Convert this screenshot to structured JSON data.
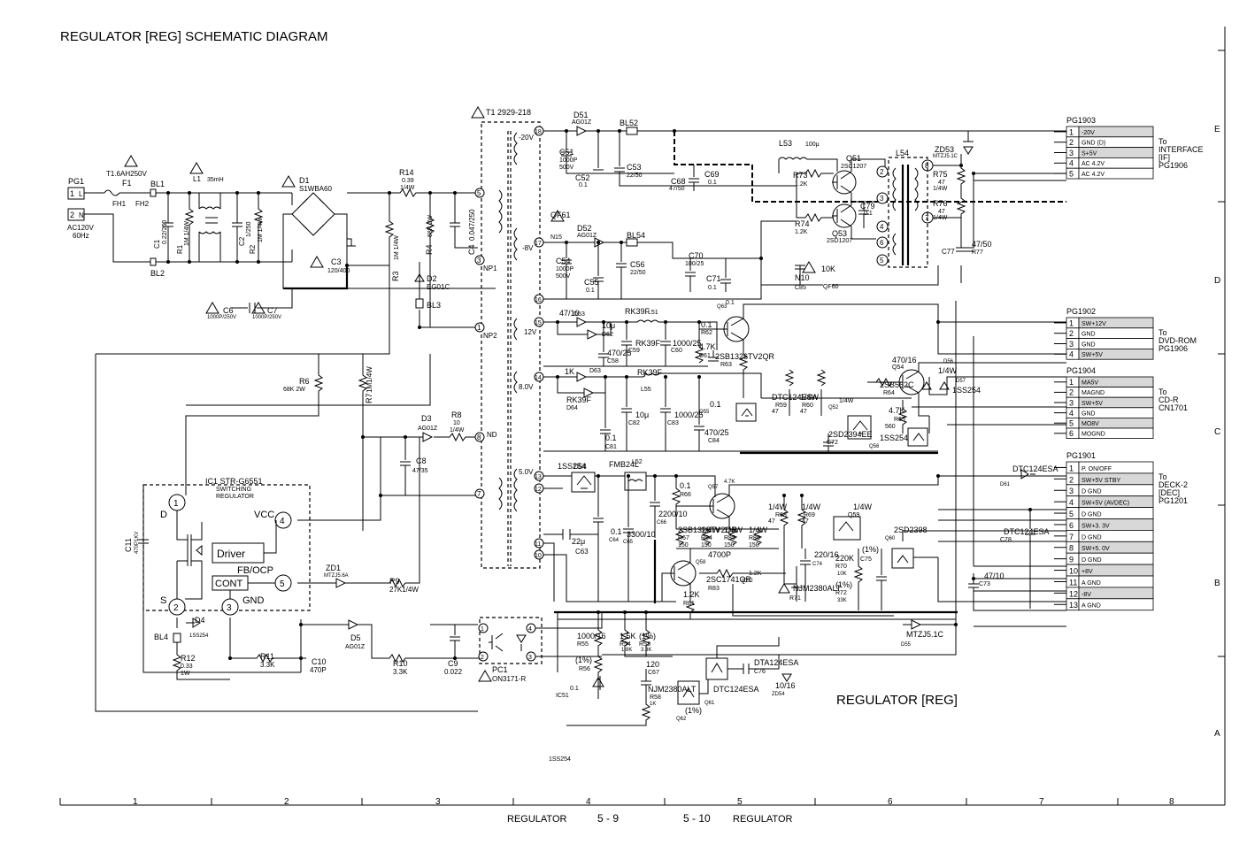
{
  "title": "REGULATOR [REG] SCHEMATIC DIAGRAM",
  "section_label": "REGULATOR [REG]",
  "footer": {
    "left_label": "REGULATOR",
    "left_page": "5 - 9",
    "right_page": "5 - 10",
    "right_label": "REGULATOR"
  },
  "grid": {
    "columns": [
      "1",
      "2",
      "3",
      "4",
      "5",
      "6",
      "7",
      "8"
    ],
    "rows": [
      "E",
      "D",
      "C",
      "B",
      "A"
    ]
  },
  "input": {
    "connector": "PG1",
    "pins": [
      "1",
      "2"
    ],
    "pin_names": [
      "L",
      "N"
    ],
    "supply_line1": "AC120V",
    "supply_line2": "60Hz"
  },
  "connectors": [
    {
      "name": "PG1903",
      "to": [
        "To",
        "INTERFACE",
        "[IF]",
        "PG1906"
      ],
      "pins": [
        {
          "num": "1",
          "label": "-20V",
          "shaded": true
        },
        {
          "num": "2",
          "label": "GND (D)",
          "shaded": false
        },
        {
          "num": "3",
          "label": "S+5V",
          "shaded": true
        },
        {
          "num": "4",
          "label": "AC 4.2V",
          "shaded": false
        },
        {
          "num": "5",
          "label": "AC 4.2V",
          "shaded": false
        }
      ]
    },
    {
      "name": "PG1902",
      "to": [
        "To",
        "DVD-ROM",
        "PG1906"
      ],
      "pins": [
        {
          "num": "1",
          "label": "SW+12V",
          "shaded": true
        },
        {
          "num": "2",
          "label": "GND",
          "shaded": false
        },
        {
          "num": "3",
          "label": "GND",
          "shaded": false
        },
        {
          "num": "4",
          "label": "SW+5V",
          "shaded": true
        }
      ]
    },
    {
      "name": "PG1904",
      "to": [
        "To",
        "CD-R",
        "CN1701"
      ],
      "pins": [
        {
          "num": "1",
          "label": "MA5V",
          "shaded": true
        },
        {
          "num": "2",
          "label": "MAGND",
          "shaded": false
        },
        {
          "num": "3",
          "label": "SW+5V",
          "shaded": true
        },
        {
          "num": "4",
          "label": "GND",
          "shaded": false
        },
        {
          "num": "5",
          "label": "MO8V",
          "shaded": true
        },
        {
          "num": "6",
          "label": "MOGND",
          "shaded": false
        }
      ]
    },
    {
      "name": "PG1901",
      "to": [
        "To",
        "DECK-2",
        "[DEC]",
        "PG1201"
      ],
      "pins": [
        {
          "num": "1",
          "label": "P. ON/OFF",
          "shaded": false
        },
        {
          "num": "2",
          "label": "SW+5V  STBY",
          "shaded": true
        },
        {
          "num": "3",
          "label": "D  GND",
          "shaded": false
        },
        {
          "num": "4",
          "label": "SW+5V (AVDEC)",
          "shaded": true
        },
        {
          "num": "5",
          "label": "D  GND",
          "shaded": false
        },
        {
          "num": "6",
          "label": "SW+3. 3V",
          "shaded": true
        },
        {
          "num": "7",
          "label": "D  GND",
          "shaded": false
        },
        {
          "num": "8",
          "label": "SW+5. 0V",
          "shaded": true
        },
        {
          "num": "9",
          "label": "D  GND",
          "shaded": false
        },
        {
          "num": "10",
          "label": "+8V",
          "shaded": true
        },
        {
          "num": "11",
          "label": "A  GND",
          "shaded": false
        },
        {
          "num": "12",
          "label": "-8V",
          "shaded": true
        },
        {
          "num": "13",
          "label": "A  GND",
          "shaded": false
        }
      ]
    }
  ],
  "ic1": {
    "name": "IC1  STR-G6551",
    "desc1": "SWITCHING",
    "desc2": "REGULATOR",
    "driver": "Driver",
    "fb_ocp": "FB/OCP",
    "cont": "CONT",
    "vcc": "VCC",
    "gnd": "GND",
    "d": "D",
    "s": "S",
    "pins": [
      "1",
      "2",
      "3",
      "4",
      "5"
    ]
  },
  "transformer": {
    "name": "T1  2929-218",
    "taps": [
      "-20V",
      "-8V",
      "12V",
      "8.0V",
      "5.0V",
      "NP1",
      "NP2",
      "ND"
    ],
    "pins": [
      "5",
      "3",
      "1",
      "8",
      "7",
      "18",
      "17",
      "16",
      "15",
      "14",
      "13",
      "12",
      "11",
      "10"
    ]
  },
  "components": {
    "primary": [
      "T1.6AH250V",
      "F1",
      "BL1",
      "FH1",
      "FH2",
      "BL2",
      "L1",
      "35mH",
      "C1",
      "0.22/250",
      "R1",
      "1M 1/4W",
      "C2",
      "1/250",
      "R2",
      "1M 1/4W",
      "D1",
      "S1WBA60",
      "C3",
      "120/400",
      "R14",
      "0.39",
      "1/4W",
      "R3",
      "1M 1/4W",
      "R4",
      "68K 2W",
      "C4",
      "0.047/250",
      "D2",
      "EG01C",
      "BL3",
      "C6",
      "1000P/250V",
      "C7",
      "1000P/250V",
      "R6",
      "68K  2W",
      "R7",
      "1M1/4W",
      "D3",
      "AG01Z",
      "R8",
      "10",
      "1/4W",
      "C8",
      "47/35",
      "C11",
      "470P1KV",
      "ZD1",
      "MTZJ5.6A",
      "R9",
      "27K1/4W",
      "D4",
      "1SS254",
      "BL4",
      "R12",
      "0.33",
      "1W",
      "R11",
      "3.3K",
      "C10",
      "470P",
      "D5",
      "AG01Z",
      "R10",
      "3.3K",
      "C9",
      "0.022",
      "PC1",
      "ON3171-R"
    ],
    "secondary": [
      "D51",
      "AG01Z",
      "BL52",
      "C51",
      "1000P",
      "500V",
      "C52",
      "0.1",
      "C53",
      "22/50",
      "C68",
      "47/50",
      "C69",
      "0.1",
      "QF61",
      "N15",
      "D52",
      "AG01Z",
      "BL54",
      "C54",
      "1000P",
      "500V",
      "C55",
      "0.1",
      "C56",
      "22/50",
      "C70",
      "100/25",
      "C71",
      "0.1",
      "L53",
      "100μ",
      "Q51",
      "2SC1207",
      "R73",
      "1.2K",
      "R74",
      "1.2K",
      "Q53",
      "2SD1207",
      "C79",
      "0.1",
      "L54",
      "ZD53",
      "MTZJ5.1C",
      "R75",
      "47",
      "1/4W",
      "R76",
      "47",
      "1/4W",
      "C77",
      "47/50",
      "R77",
      "10K",
      "QF60",
      "N10",
      "C85",
      "47/10",
      "D53",
      "RK39F",
      "L51",
      "10μ",
      "D62",
      "RK39F",
      "C59",
      "1000/25",
      "C60",
      "470/25",
      "C58",
      "0.1",
      "R62",
      "4.7K",
      "C61",
      "0.1",
      "Q63",
      "2SB1326TV2QR",
      "R63",
      "1K",
      "D63",
      "RK39F",
      "D64",
      "RK39F",
      "L55",
      "10μ",
      "C82",
      "1000/25",
      "C83",
      "470/25",
      "C84",
      "0.1",
      "C81",
      "0.1",
      "Q55",
      "DTC124ESA",
      "R59",
      "47",
      "1/4W",
      "R60",
      "47",
      "1/4W",
      "Q52",
      "2SD2394EE",
      "C72",
      "470/16",
      "Q54",
      "2SB562C",
      "R64",
      "4.7K",
      "R65",
      "560",
      "1/4W",
      "D56",
      "1SS254",
      "D57",
      "1SS254",
      "Q56",
      "DTC124ESA",
      "D61",
      "1SS254",
      "D54",
      "FMB24L",
      "L52",
      "22μ",
      "C63",
      "0.1",
      "C64",
      "3300/10",
      "C65",
      "2200/10",
      "C66",
      "0.1",
      "R66",
      "4.7K",
      "Q57",
      "2SB1326TV2QR",
      "R67",
      "150",
      "1/4W",
      "R84",
      "150",
      "1/4W",
      "R85",
      "150",
      "1/4W",
      "R86",
      "150",
      "1/4W",
      "R68",
      "47",
      "1/4W",
      "R69",
      "47",
      "1/4W",
      "Q59",
      "2SD2398",
      "Q60",
      "DTC124ESA",
      "C78",
      "220/16",
      "C74",
      "4700P",
      "Q58",
      "2SC1741QR",
      "R83",
      "1.2K",
      "R81",
      "1.2K",
      "IC52",
      "NJM2380ALT",
      "R71",
      "220K",
      "R70",
      "10K",
      "(1%)",
      "R72",
      "33K",
      "(1%)",
      "C75",
      "47/10",
      "C73",
      "1000/16",
      "R55",
      "1.5K",
      "R54",
      "1.8K",
      "(1%)",
      "R53",
      "3.3K",
      "(1%)",
      "R56",
      "120",
      "C67",
      "0.1",
      "IC51",
      "NJM2380ALT",
      "R58",
      "1K",
      "(1%)",
      "Q62",
      "DTC124ESA",
      "Q61",
      "DTA124ESA",
      "C76",
      "10/16",
      "ZD54",
      "MTZJ5.1C",
      "D55",
      "1SS254"
    ]
  }
}
